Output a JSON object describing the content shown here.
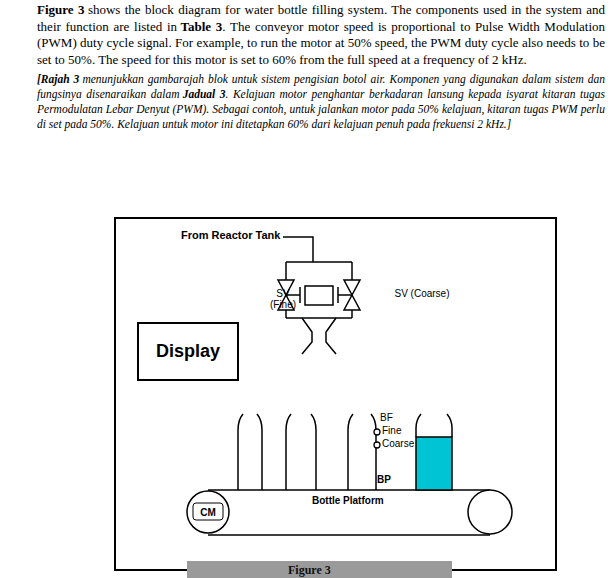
{
  "diagram": {
    "caption": "Figure 3",
    "nodes": [
      {
        "text": [
          "Display"
        ]
      },
      {
        "text": [
          "CM"
        ]
      }
    ],
    "edges": [],
    "labels": [
      "Figure 3",
      "shows the block diagram for water bottle filling system. The components used in the system and their function are listed in",
      "Table 3",
      ". The conveyor motor speed is proportional to Pulse Width Modulation (PWM) duty cycle signal. For example, to run the motor at 50% speed, the PWM duty cycle also needs to be set to 50%. The speed for this motor is set to 60% from the full speed at a frequency of 2 kHz.",
      "[",
      "Rajah 3",
      "menunjukkan gambarajah blok untuk sistem pengisian botol air. Komponen yang digunakan dalam sistem dan fungsinya disenaraikan dalam",
      "Jadual 3",
      ". Kelajuan motor penghantar berkadaran lansung kepada isyarat kitaran tugas Permodulatan Lebar Denyut (PWM). Sebagai contoh, untuk jalankan motor pada 50% kelajuan, kitaran tugas PWM perlu di set pada 50%. Kelajuan untuk motor ini ditetapkan 60% dari kelajuan penuh pada frekuensi 2 kHz.]",
      "From Reactor Tank",
      "SV (Fine)",
      "SV (Coarse)",
      "BF",
      "Fine",
      "Coarse",
      "BP",
      "Bottle Platform"
    ]
  }
}
